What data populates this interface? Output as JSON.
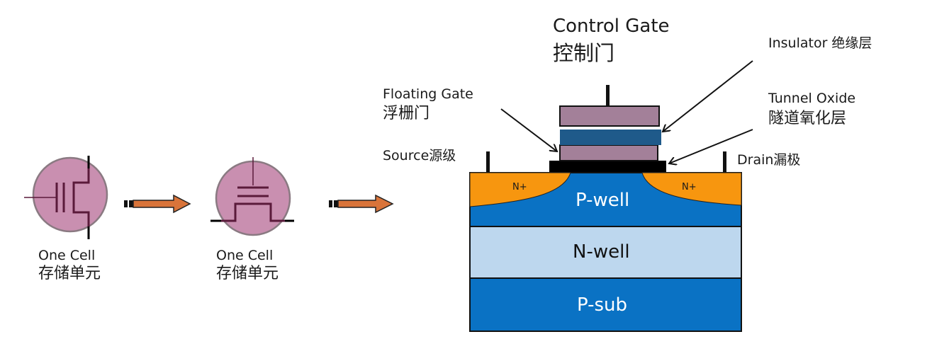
{
  "cells": [
    {
      "label_en": "One Cell",
      "label_cn": "存储单元",
      "symbol": "mosfet-transistor-symbol"
    },
    {
      "label_en": "One Cell",
      "label_cn": "存储单元",
      "symbol": "floating-gate-transistor-symbol"
    }
  ],
  "labels": {
    "control_gate_en": "Control Gate",
    "control_gate_cn": "控制门",
    "floating_gate_en": "Floating Gate",
    "floating_gate_cn": "浮栅门",
    "insulator": "Insulator 绝缘层",
    "tunnel_oxide_en": "Tunnel Oxide",
    "tunnel_oxide_cn": "隧道氧化层",
    "source": "Source源级",
    "drain": "Drain漏极",
    "n_plus_left": "N+",
    "n_plus_right": "N+",
    "p_well": "P-well",
    "n_well": "N-well",
    "p_sub": "P-sub"
  },
  "colors": {
    "cell_fill": "#c98fb0",
    "cell_stroke": "#8a7a82",
    "symbol_line": "#5a1a3a",
    "arrow_fill": "#d9743a",
    "control_gate": "#a38099",
    "insulator": "#1f5a8a",
    "floating_gate": "#a38099",
    "tunnel_oxide": "#000000",
    "n_plus": "#f7960f",
    "p_well": "#0a72c4",
    "n_well": "#bdd7ee",
    "p_sub": "#0a72c4"
  }
}
